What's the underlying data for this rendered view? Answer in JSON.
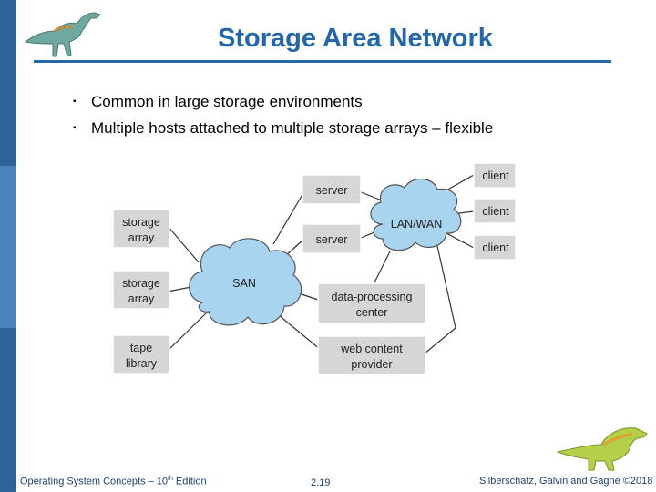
{
  "slide": {
    "title": "Storage Area Network",
    "bullets": [
      "Common in large storage environments",
      "Multiple hosts attached to multiple storage arrays – flexible"
    ]
  },
  "diagram": {
    "san_label": "SAN",
    "lan_label": "LAN/WAN",
    "storage_boxes": [
      {
        "line1": "storage",
        "line2": "array"
      },
      {
        "line1": "storage",
        "line2": "array"
      },
      {
        "line1": "tape",
        "line2": "library"
      }
    ],
    "servers": [
      "server",
      "server"
    ],
    "clients": [
      "client",
      "client",
      "client"
    ],
    "hosts": [
      {
        "line1": "data-processing",
        "line2": "center"
      },
      {
        "line1": "web content",
        "line2": "provider"
      }
    ],
    "colors": {
      "cloud": "#a8d4f0",
      "box": "#d6d6d6",
      "box_border": "#ffffff",
      "line": "#333333"
    }
  },
  "footer": {
    "left_pre": "Operating System Concepts – 10",
    "left_sup": "th",
    "left_post": " Edition",
    "center": "2.19",
    "right": "Silberschatz, Galvin and Gagne ©2018"
  },
  "images": {
    "top_left": "dinosaur-illustration",
    "bottom_right": "dinosaur-illustration"
  }
}
